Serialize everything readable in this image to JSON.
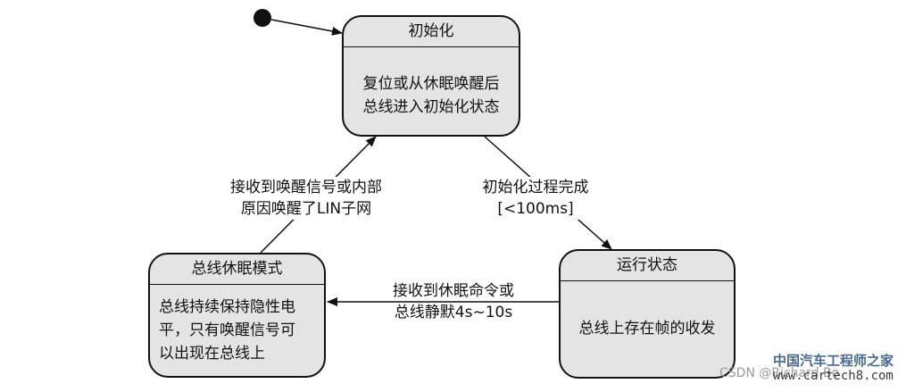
{
  "states": {
    "init": {
      "title": "初始化",
      "body": [
        "复位或从休眠唤醒后",
        "总线进入初始化状态"
      ]
    },
    "run": {
      "title": "运行状态",
      "body": [
        "总线上存在帧的收发"
      ]
    },
    "sleep": {
      "title": "总线休眠模式",
      "body": [
        "总线持续保持隐性电",
        "平，只有唤醒信号可",
        "以出现在总线上"
      ]
    }
  },
  "transitions": {
    "wake": [
      "接收到唤醒信号或内部",
      "原因唤醒了LIN子网"
    ],
    "init_done": [
      "初始化过程完成",
      "[<100ms]"
    ],
    "sleep_cmd": [
      "接收到休眠命令或",
      "总线静默4s~10s"
    ]
  },
  "watermark": {
    "cn": "中国汽车工程师之家",
    "csdn": "CSDN @Richard Bo",
    "url": "www.cartech8.com"
  },
  "colors": {
    "state_fill": "#e4e4e4",
    "line": "#111111",
    "watermark_blue": "#4a6a91"
  }
}
